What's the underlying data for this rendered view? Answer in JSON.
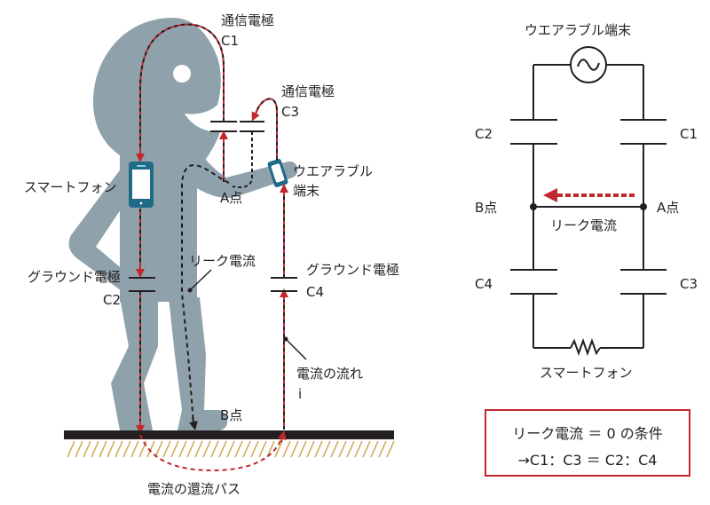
{
  "colors": {
    "body": "#8fa1ab",
    "device": "#1f6a86",
    "current_red": "#c1272d",
    "line": "#231f20",
    "ground_hatch": "#c69a3a"
  },
  "left_diagram": {
    "electrode_c1": {
      "title": "通信電極",
      "name": "C1"
    },
    "electrode_c3": {
      "title": "通信電極",
      "name": "C3"
    },
    "smartphone": "スマートフォン",
    "wearable": [
      "ウエアラブル",
      "端末"
    ],
    "point_a": "A点",
    "point_b": "B点",
    "leak_current": "リーク電流",
    "ground_electrode_c2": {
      "title": "グラウンド電極",
      "name": "C2"
    },
    "ground_electrode_c4": {
      "title": "グラウンド電極",
      "name": "C4"
    },
    "current_flow": [
      "電流の流れ",
      "i"
    ],
    "return_path": "電流の還流パス"
  },
  "circuit": {
    "source_label": "ウエアラブル端末",
    "capacitors": {
      "top_left": "C2",
      "top_right": "C1",
      "bottom_left": "C4",
      "bottom_right": "C3"
    },
    "node_left": "B点",
    "node_right": "A点",
    "leak_label": "リーク電流",
    "load_label": "スマートフォン"
  },
  "condition": {
    "line1": "リーク電流 ＝ 0 の条件",
    "line2": "→C1：C3 ＝ C2：C4"
  },
  "icons": [
    "ac-source-icon",
    "resistor-icon",
    "smartphone-icon",
    "wearable-device-icon",
    "capacitor-icon",
    "ground-icon"
  ]
}
